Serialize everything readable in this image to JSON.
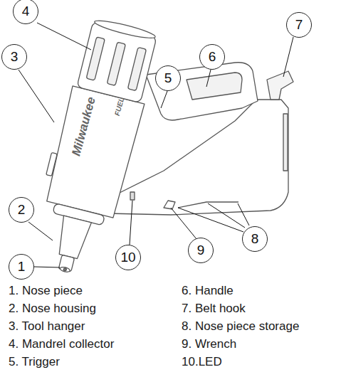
{
  "diagram": {
    "nodes": [
      {
        "text": [
          "1"
        ]
      },
      {
        "text": [
          "2"
        ]
      },
      {
        "text": [
          "3"
        ]
      },
      {
        "text": [
          "4"
        ]
      },
      {
        "text": [
          "5"
        ]
      },
      {
        "text": [
          "6"
        ]
      },
      {
        "text": [
          "7"
        ]
      },
      {
        "text": [
          "8"
        ]
      },
      {
        "text": [
          "9"
        ]
      },
      {
        "text": [
          "10"
        ]
      }
    ],
    "labels": [
      "Milwaukee",
      "FUEL",
      "1. Nose piece",
      "2. Nose housing",
      "3. Tool hanger",
      "4. Mandrel collector",
      "5. Trigger",
      "6. Handle",
      "7. Belt hook",
      "8. Nose piece storage",
      "9. Wrench",
      "10.LED"
    ]
  }
}
